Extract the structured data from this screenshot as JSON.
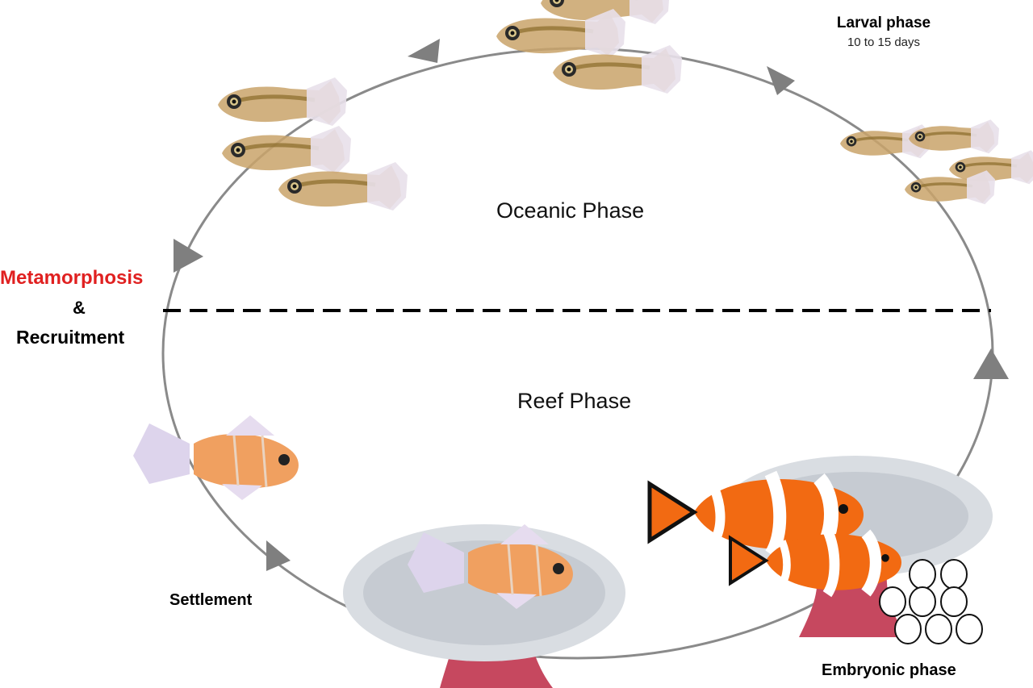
{
  "phases": {
    "oceanic": "Oceanic Phase",
    "reef": "Reef Phase"
  },
  "stages": {
    "larval_title": "Larval phase",
    "larval_duration": "10 to 15 days",
    "metamorphosis": "Metamorphosis",
    "ampersand": "&",
    "recruitment": "Recruitment",
    "settlement": "Settlement",
    "embryonic": "Embryonic phase"
  },
  "colors": {
    "cycle_line": "#8a8a8a",
    "arrow": "#7f7f7f",
    "divider": "#000000",
    "metamorphosis": "#e02020",
    "larva_body": "#c9a36a",
    "clownfish_orange": "#f26a12",
    "anemone_stalk": "#c6485f",
    "anemone_tentacles": "#d9dde2"
  },
  "icons": [
    "larval-fish-icon",
    "juvenile-fish-icon",
    "clownfish-icon",
    "anemone-icon",
    "egg-icon",
    "cycle-arrow-icon"
  ]
}
